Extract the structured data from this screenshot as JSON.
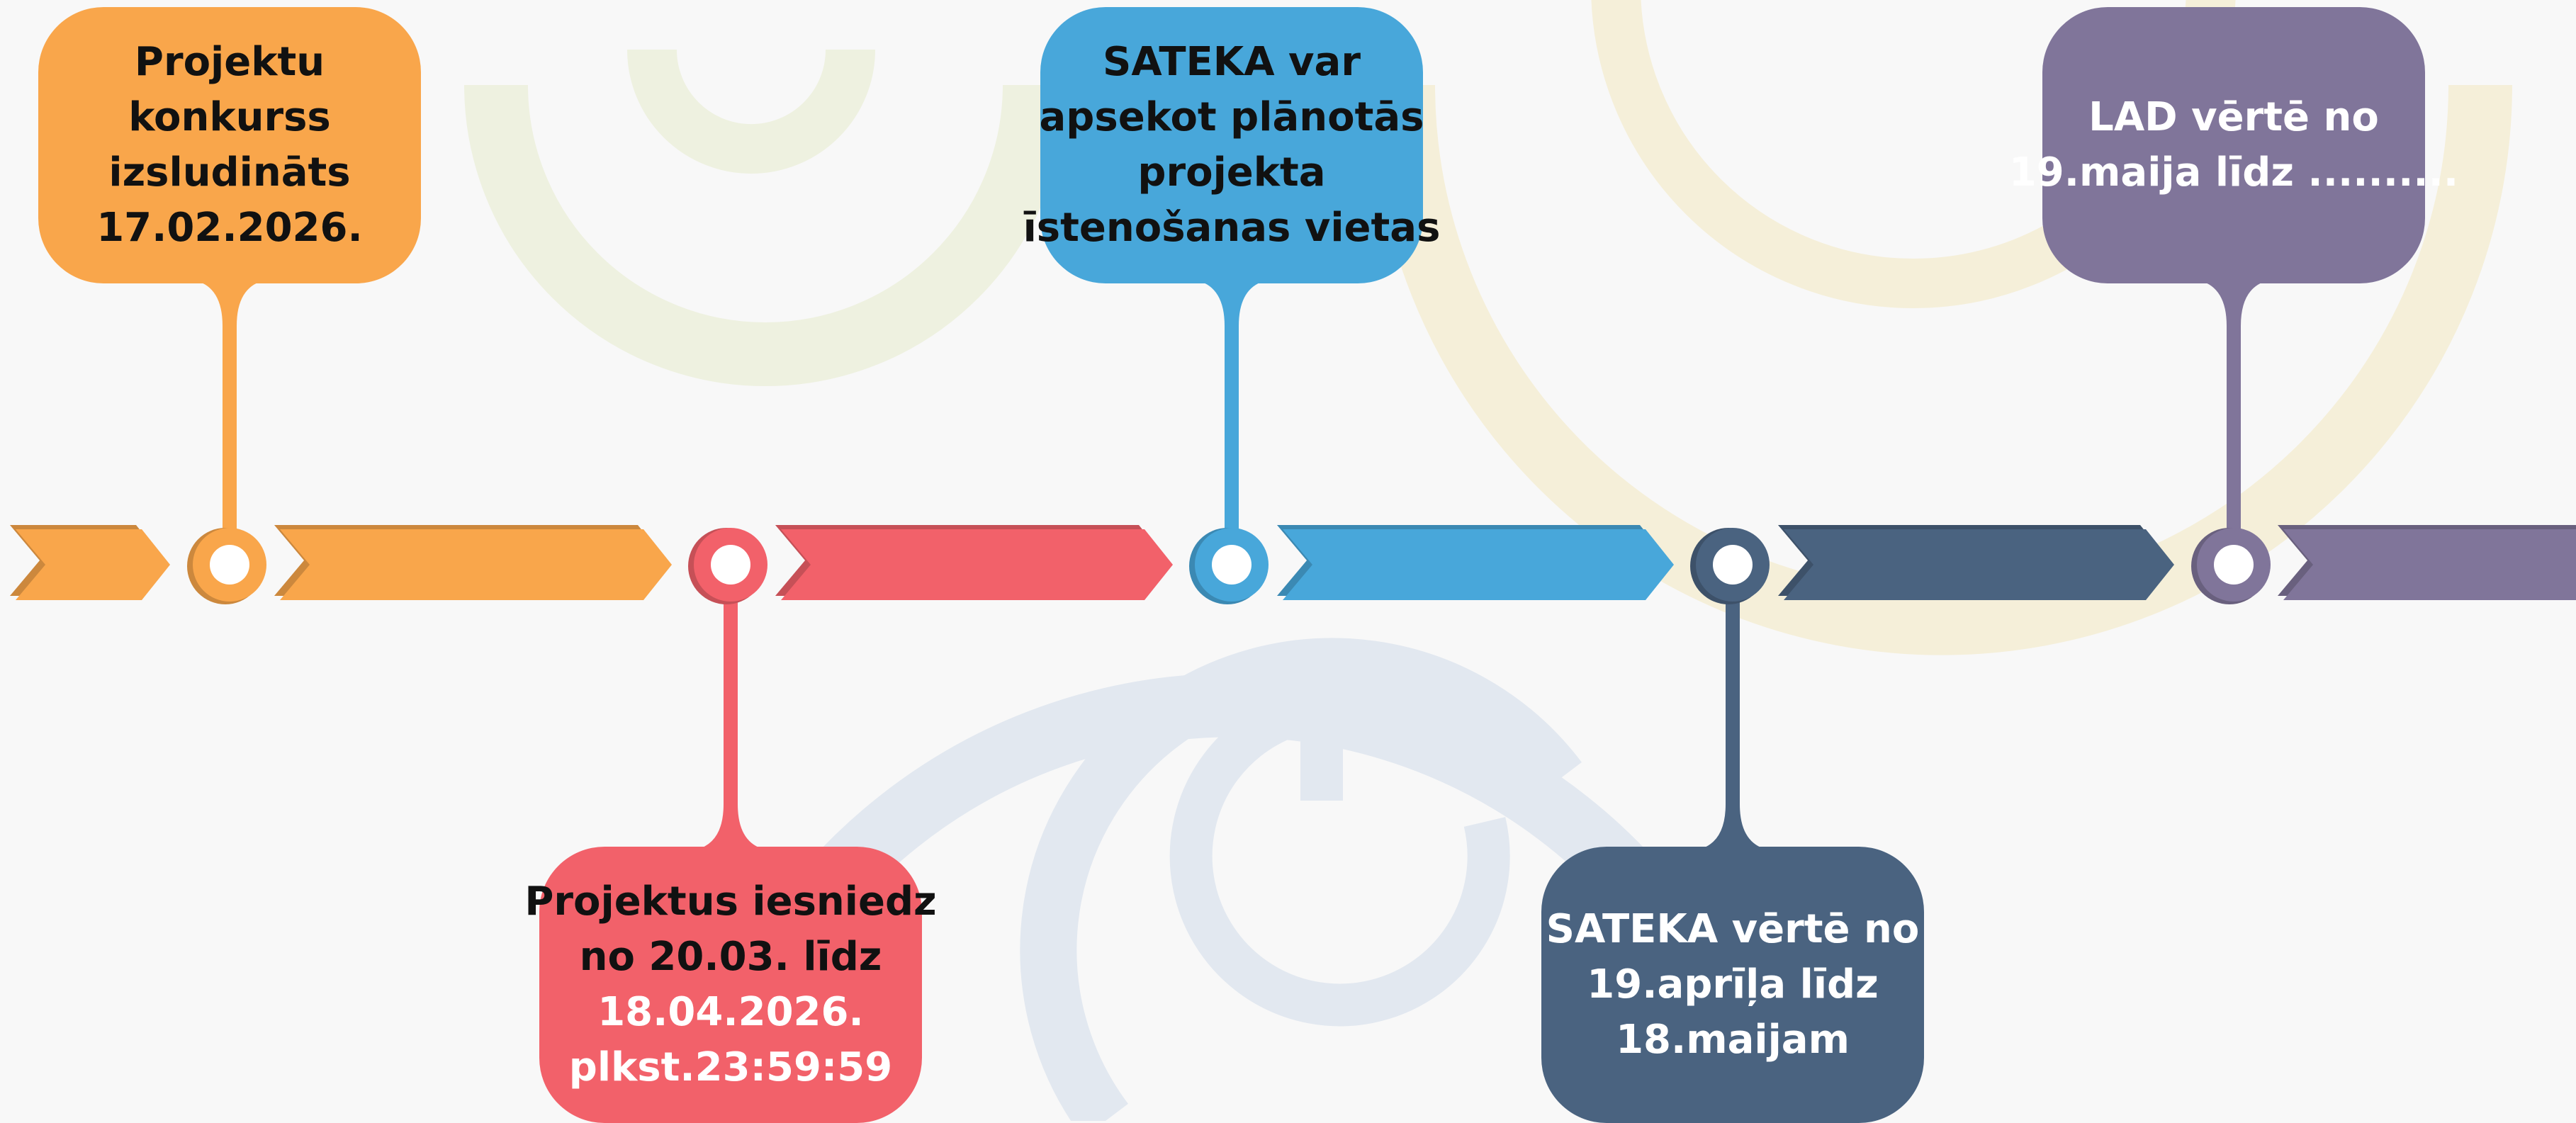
{
  "colors": {
    "orange": "#F9A64B",
    "red": "#F2616A",
    "blue": "#48A7DA",
    "slate": "#4A6380",
    "purple": "#80759A",
    "background": "#F8F8F8"
  },
  "timeline": {
    "steps": [
      {
        "lines": [
          "Projektu",
          "konkurss",
          "izsludināts",
          "17.02.2026."
        ],
        "color": "orange",
        "position": "top"
      },
      {
        "lines": [
          "Projektus iesniedz",
          "no 20.03. līdz",
          "18.04.2026.",
          "plkst.23:59:59"
        ],
        "color": "red",
        "position": "bottom"
      },
      {
        "lines": [
          "SATEKA var",
          "apsekot plānotās",
          "projekta",
          "īstenošanas vietas"
        ],
        "color": "blue",
        "position": "top"
      },
      {
        "lines": [
          "SATEKA vērtē no",
          "19.aprīļa līdz",
          "18.maijam"
        ],
        "color": "slate",
        "position": "bottom"
      },
      {
        "lines": [
          "LAD vērtē no",
          "19.maija līdz .........."
        ],
        "color": "purple",
        "position": "top"
      }
    ]
  }
}
